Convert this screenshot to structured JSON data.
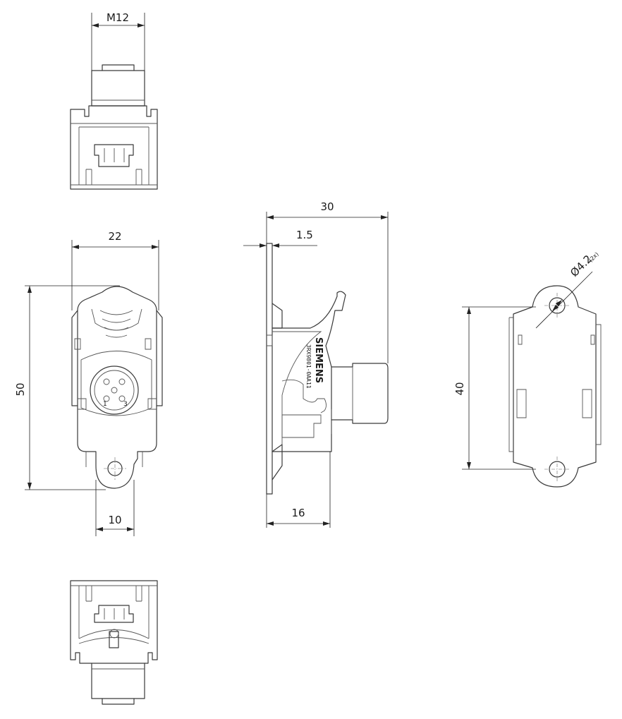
{
  "dimensions": {
    "m12": "M12",
    "width_22": "22",
    "height_50": "50",
    "width_10": "10",
    "depth_30": "30",
    "flange_1_5": "1.5",
    "depth_16": "16",
    "height_40": "40",
    "hole_dia": "Ø4.2",
    "hole_qty": "(2x)"
  },
  "labels": {
    "brand": "SIEMENS",
    "part_number": "3RX9801-0AA11",
    "pin_1": "1",
    "pin_3": "3"
  }
}
